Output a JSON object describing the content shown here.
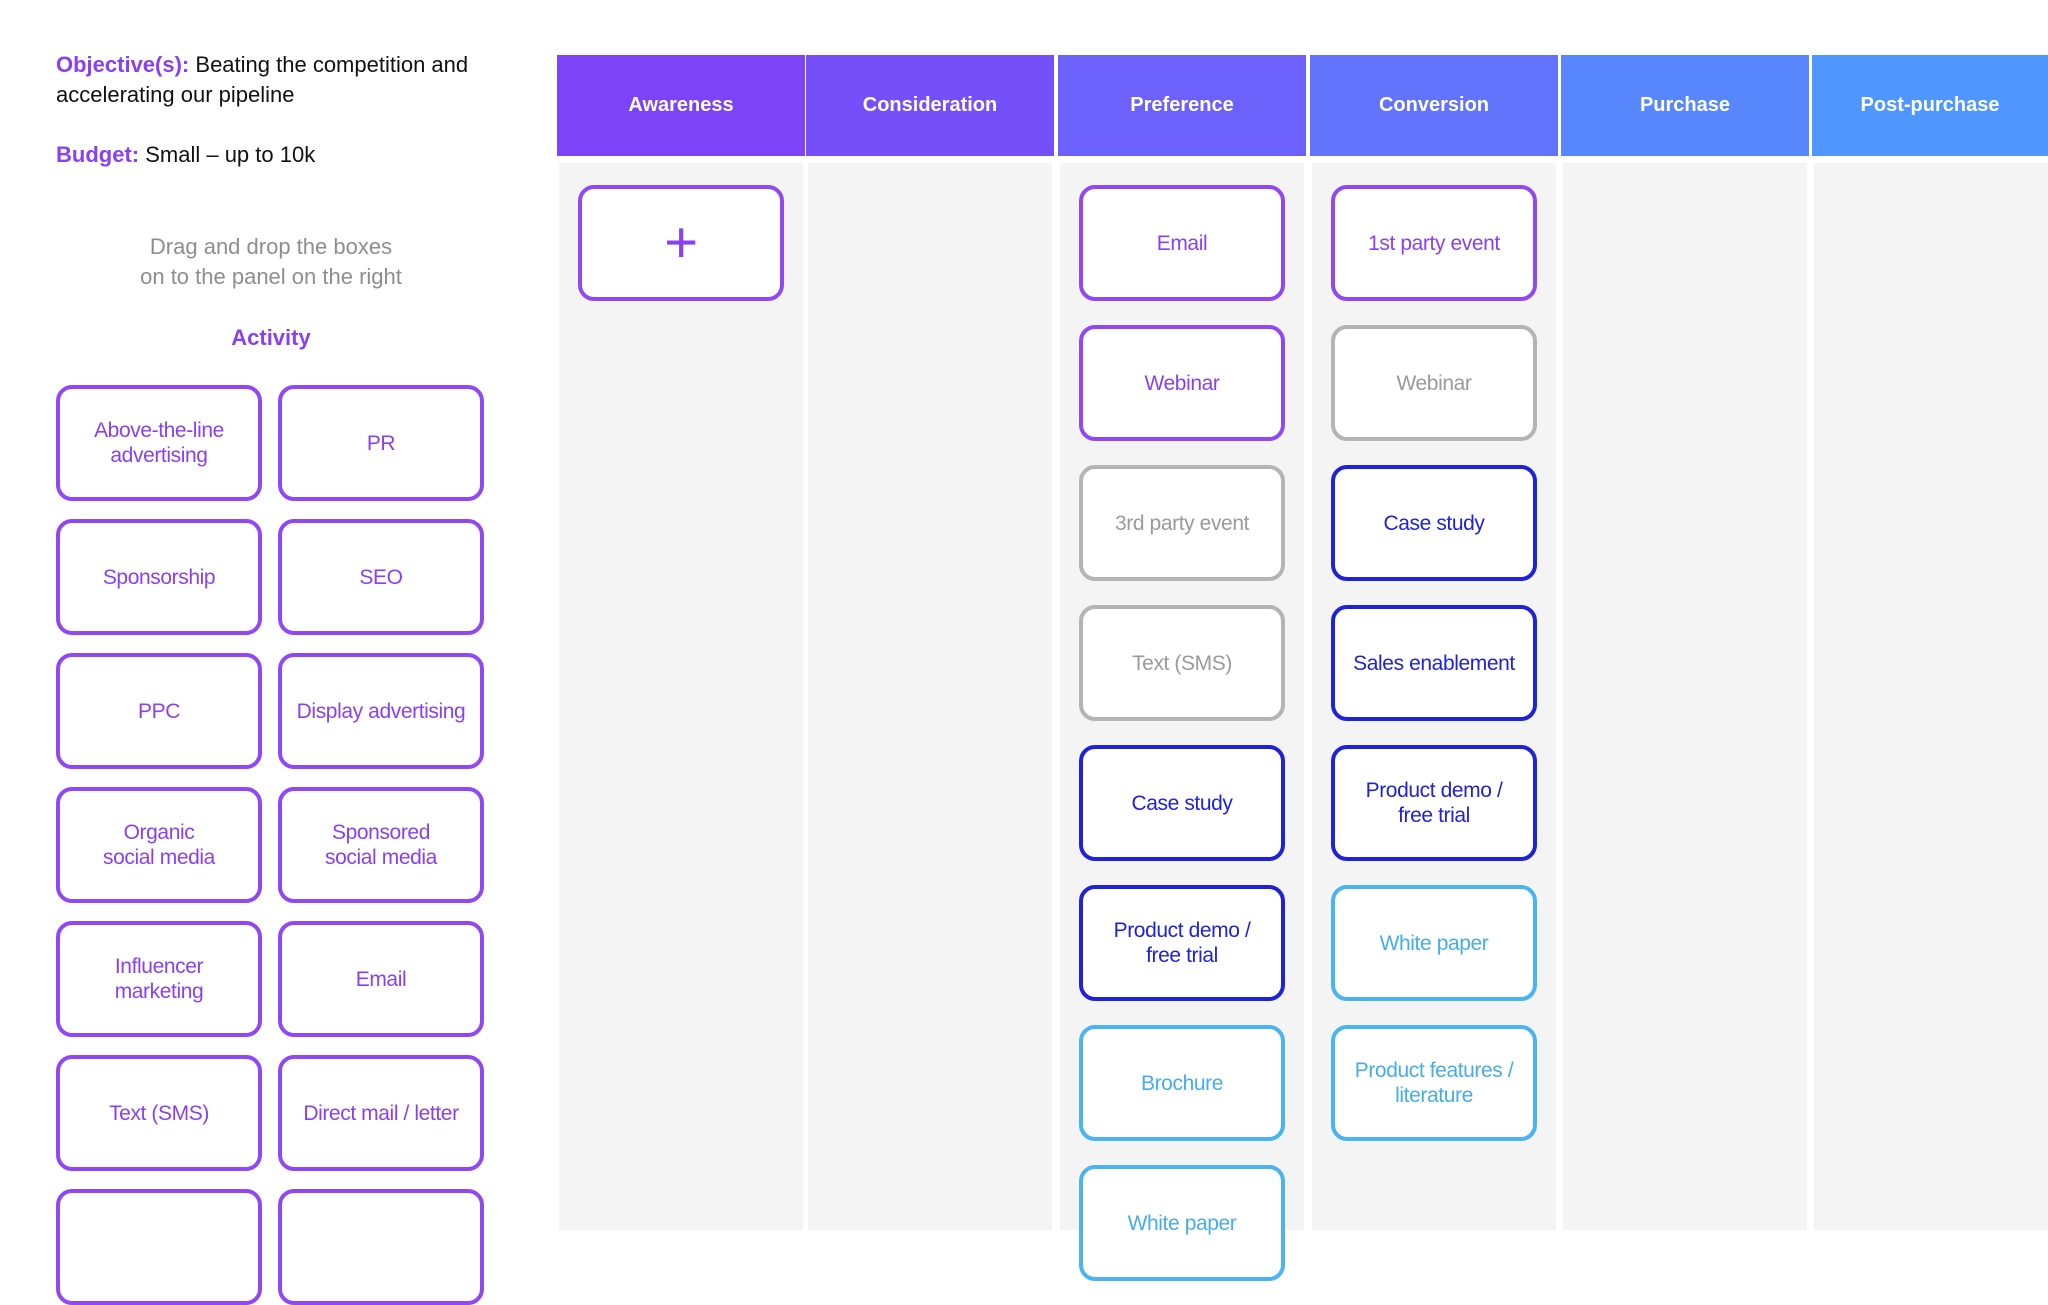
{
  "colors": {
    "accent_purple": "#8a3ff0",
    "navy": "#1f22d6",
    "light_blue": "#4ab3f2",
    "grey": "#b4b4b4",
    "column_bg": "#f4f4f4"
  },
  "header": {
    "objective_label": "Objective(s):",
    "objective_value": "Beating the competition and accelerating our pipeline",
    "budget_label": "Budget:",
    "budget_value": "Small – up to 10k"
  },
  "instruction": "Drag and drop the boxes\non to the panel on the right",
  "activity": {
    "title": "Activity",
    "items": [
      "Above-the-line\nadvertising",
      "PR",
      "Sponsorship",
      "SEO",
      "PPC",
      "Display advertising",
      "Organic\nsocial media",
      "Sponsored\nsocial media",
      "Influencer\nmarketing",
      "Email",
      "Text (SMS)",
      "Direct mail / letter",
      "",
      ""
    ]
  },
  "stages": [
    {
      "name": "Awareness",
      "color": "#7c44f6",
      "cards": [
        {
          "label": "+",
          "style": "add",
          "icon": "plus-icon"
        }
      ]
    },
    {
      "name": "Consideration",
      "color": "#7550f9",
      "cards": []
    },
    {
      "name": "Preference",
      "color": "#6c62fb",
      "cards": [
        {
          "label": "Email",
          "style": "purple"
        },
        {
          "label": "Webinar",
          "style": "purple"
        },
        {
          "label": "3rd party event",
          "style": "grey"
        },
        {
          "label": "Text (SMS)",
          "style": "grey"
        },
        {
          "label": "Case study",
          "style": "navy"
        },
        {
          "label": "Product demo /\nfree trial",
          "style": "navy"
        },
        {
          "label": "Brochure",
          "style": "light"
        },
        {
          "label": "White paper",
          "style": "light"
        }
      ]
    },
    {
      "name": "Conversion",
      "color": "#6273fc",
      "cards": [
        {
          "label": "1st party event",
          "style": "purple"
        },
        {
          "label": "Webinar",
          "style": "grey"
        },
        {
          "label": "Case study",
          "style": "navy"
        },
        {
          "label": "Sales enablement",
          "style": "navy"
        },
        {
          "label": "Product demo /\nfree trial",
          "style": "navy"
        },
        {
          "label": "White paper",
          "style": "light"
        },
        {
          "label": "Product features /\nliterature",
          "style": "light"
        }
      ]
    },
    {
      "name": "Purchase",
      "color": "#5886fd",
      "cards": []
    },
    {
      "name": "Post-purchase",
      "color": "#4f97fe",
      "cards": []
    }
  ]
}
